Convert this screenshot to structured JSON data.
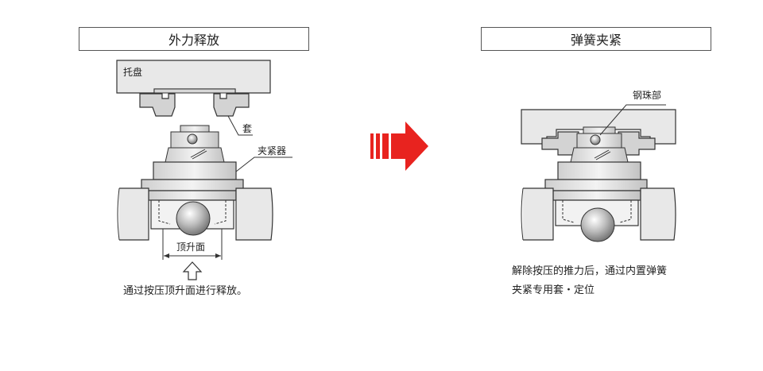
{
  "left": {
    "title": "外力释放",
    "labels": {
      "pallet": "托盘",
      "sleeve": "套",
      "clamp": "夹紧器",
      "lift_surface": "顶升面"
    },
    "caption": "通过按压顶升面进行释放。"
  },
  "right": {
    "title": "弹簧夹紧",
    "labels": {
      "steel_ball": "钢珠部"
    },
    "caption_line1": "解除按压的推力后，通过内置弹簧",
    "caption_line2": "夹紧专用套・定位"
  },
  "colors": {
    "arrow": "#e8231f",
    "steel": "#e5e5e5",
    "outline": "#333333"
  }
}
